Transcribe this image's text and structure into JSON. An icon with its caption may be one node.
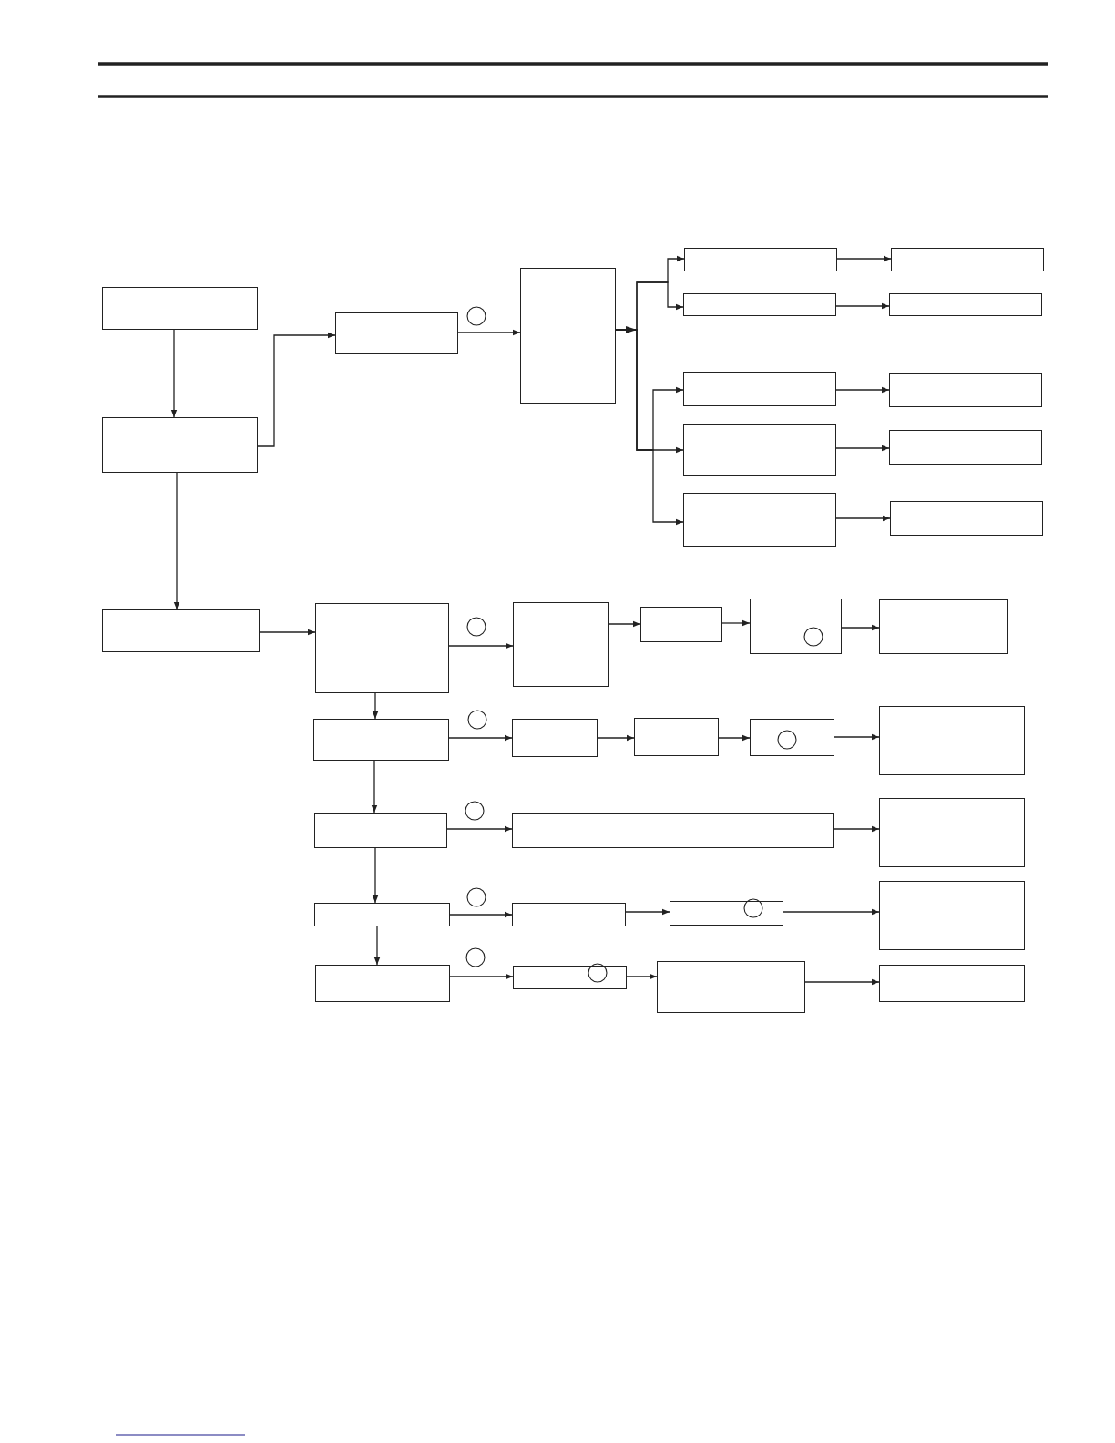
{
  "diagram": {
    "nodes": [
      {
        "text": [],
        "shape": "box"
      },
      {
        "text": [],
        "shape": "box"
      },
      {
        "text": [],
        "shape": "box"
      },
      {
        "text": [],
        "shape": "box"
      },
      {
        "text": [],
        "shape": "box"
      },
      {
        "text": [],
        "shape": "box"
      },
      {
        "text": [],
        "shape": "box"
      },
      {
        "text": [],
        "shape": "box"
      },
      {
        "text": [],
        "shape": "box"
      },
      {
        "text": [],
        "shape": "box"
      },
      {
        "text": [],
        "shape": "box"
      },
      {
        "text": [],
        "shape": "box"
      },
      {
        "text": [],
        "shape": "box"
      },
      {
        "text": [],
        "shape": "box"
      },
      {
        "text": [],
        "shape": "box"
      },
      {
        "text": [],
        "shape": "box"
      },
      {
        "text": [],
        "shape": "box"
      },
      {
        "text": [],
        "shape": "box"
      },
      {
        "text": [],
        "shape": "box"
      },
      {
        "text": [],
        "shape": "box"
      },
      {
        "text": [],
        "shape": "box"
      },
      {
        "text": [],
        "shape": "box"
      },
      {
        "text": [],
        "shape": "box"
      },
      {
        "text": [],
        "shape": "box"
      },
      {
        "text": [],
        "shape": "box"
      },
      {
        "text": [],
        "shape": "box"
      },
      {
        "text": [],
        "shape": "box"
      },
      {
        "text": [],
        "shape": "box"
      },
      {
        "text": [],
        "shape": "box"
      },
      {
        "text": [],
        "shape": "box"
      },
      {
        "text": [],
        "shape": "box"
      },
      {
        "text": [],
        "shape": "box"
      },
      {
        "text": [],
        "shape": "box"
      },
      {
        "text": [],
        "shape": "box"
      },
      {
        "text": [],
        "shape": "box"
      },
      {
        "text": [],
        "shape": "box"
      }
    ],
    "edges": [
      {
        "from": 0,
        "to": 1,
        "arrow": "to"
      },
      {
        "from": 1,
        "to": 2,
        "arrow": "to"
      },
      {
        "from": 2,
        "to": 3,
        "arrow": "to"
      },
      {
        "from": 3,
        "to": 4,
        "arrow": "to"
      },
      {
        "from": 3,
        "to": 6,
        "arrow": "to"
      },
      {
        "from": 3,
        "to": 8,
        "arrow": "to"
      },
      {
        "from": 3,
        "to": 10,
        "arrow": "to"
      },
      {
        "from": 3,
        "to": 12,
        "arrow": "to"
      },
      {
        "from": 4,
        "to": 5,
        "arrow": "to"
      },
      {
        "from": 6,
        "to": 7,
        "arrow": "to"
      },
      {
        "from": 8,
        "to": 9,
        "arrow": "to"
      },
      {
        "from": 10,
        "to": 11,
        "arrow": "to"
      },
      {
        "from": 12,
        "to": 13,
        "arrow": "to"
      },
      {
        "from": 1,
        "to": 14,
        "arrow": "to"
      },
      {
        "from": 14,
        "to": 15,
        "arrow": "to"
      },
      {
        "from": 15,
        "to": 16,
        "arrow": "to"
      },
      {
        "from": 16,
        "to": 17,
        "arrow": "to"
      },
      {
        "from": 17,
        "to": 18,
        "arrow": "to"
      },
      {
        "from": 18,
        "to": 19,
        "arrow": "to"
      },
      {
        "from": 15,
        "to": 20,
        "arrow": "to"
      },
      {
        "from": 20,
        "to": 21,
        "arrow": "to"
      },
      {
        "from": 21,
        "to": 22,
        "arrow": "to"
      },
      {
        "from": 22,
        "to": 23,
        "arrow": "to"
      },
      {
        "from": 23,
        "to": 24,
        "arrow": "to"
      },
      {
        "from": 20,
        "to": 25,
        "arrow": "to"
      },
      {
        "from": 25,
        "to": 26,
        "arrow": "to"
      },
      {
        "from": 26,
        "to": 27,
        "arrow": "to"
      },
      {
        "from": 25,
        "to": 28,
        "arrow": "to"
      },
      {
        "from": 28,
        "to": 29,
        "arrow": "to"
      },
      {
        "from": 29,
        "to": 30,
        "arrow": "to"
      },
      {
        "from": 30,
        "to": 31,
        "arrow": "to"
      },
      {
        "from": 28,
        "to": 32,
        "arrow": "to"
      },
      {
        "from": 32,
        "to": 33,
        "arrow": "to"
      },
      {
        "from": 33,
        "to": 34,
        "arrow": "to"
      },
      {
        "from": 34,
        "to": 35,
        "arrow": "to"
      }
    ]
  }
}
